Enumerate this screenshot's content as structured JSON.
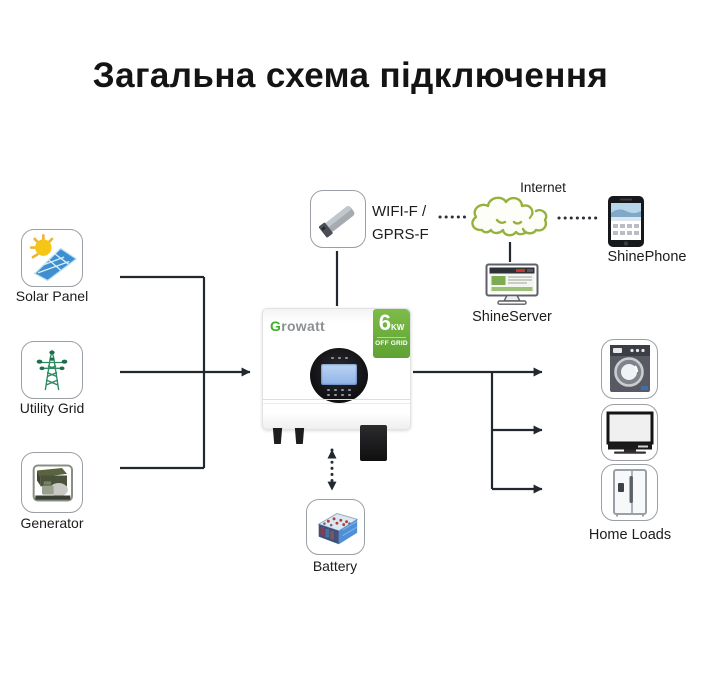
{
  "title": "Загальна схема підключення",
  "sources": [
    {
      "label": "Solar Panel"
    },
    {
      "label": "Utility Grid"
    },
    {
      "label": "Generator"
    }
  ],
  "monitoring": {
    "wifi_line1": "WIFI-F /",
    "wifi_line2": "GPRS-F",
    "internet_label": "Internet",
    "shinephone_label": "ShinePhone",
    "shineserver_label": "ShineServer"
  },
  "inverter": {
    "brand_initial": "G",
    "brand_rest": "rowatt",
    "badge_value": "6",
    "badge_unit": "KW",
    "badge_mode": "OFF GRID"
  },
  "storage": {
    "battery_label": "Battery"
  },
  "loads": {
    "home_loads_label": "Home Loads"
  },
  "colors": {
    "badge_green": "#6db33f",
    "brand_green": "#3fae2a",
    "cloud_green": "#97b13f",
    "tower_green": "#2a8a62",
    "wire": "#23272e"
  }
}
